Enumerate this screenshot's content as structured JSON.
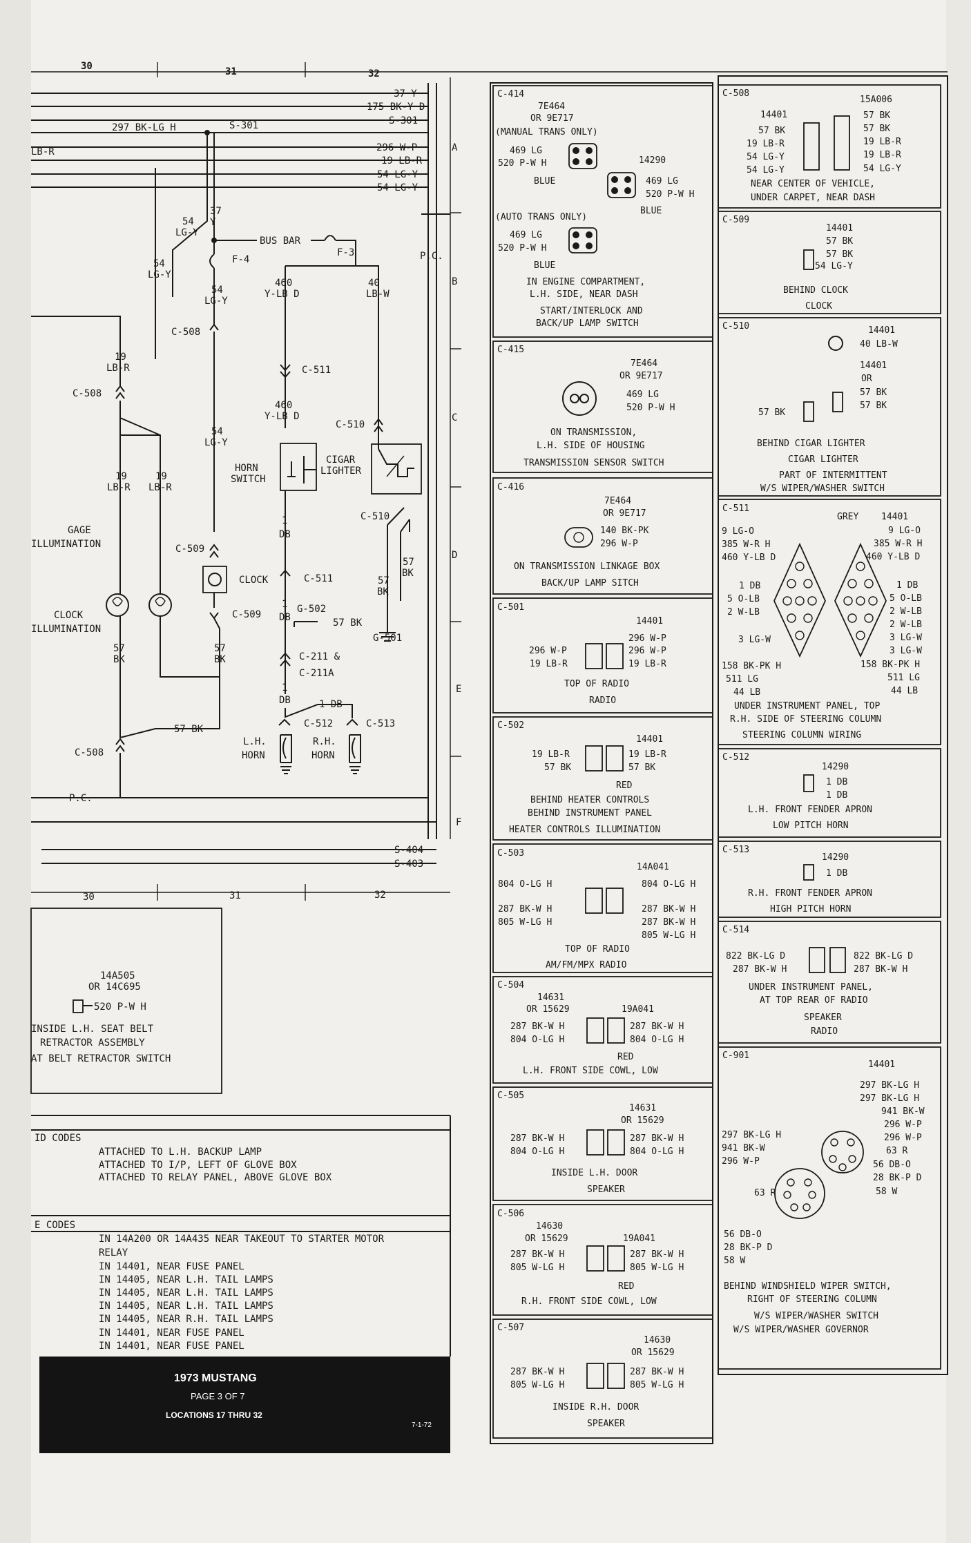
{
  "page": {
    "title": "1973 MUSTANG",
    "page_label": "PAGE 3 OF 7",
    "locations": "LOCATIONS 17 THRU 32",
    "date_code": "7-1-72"
  },
  "grid": {
    "cols_top": [
      "30",
      "31",
      "32"
    ],
    "cols_bottom": [
      "30",
      "31",
      "32"
    ],
    "rows": [
      "A",
      "B",
      "C",
      "D",
      "E",
      "F"
    ]
  },
  "bus": {
    "w1": "37 Y",
    "w2": "175 BK-Y D",
    "w3": "S-301",
    "w4": "296 W-P",
    "w5": "19 LB-R",
    "w6": "54 LG-Y",
    "w7": "54 LG-Y",
    "lbr": "LB-R",
    "bklg": "297 BK-LG H",
    "s301": "S-301",
    "pc": "P.C.",
    "s404": "S-404",
    "s403": "S-403"
  },
  "schematic": {
    "w37a": "37",
    "w37b": "Y",
    "w54a": "54",
    "w54b": "LG-Y",
    "w54c": "54",
    "w54d": "LG-Y",
    "w54e": "54",
    "w54f": "LG-Y",
    "f4": "F-4",
    "f3": "F-3",
    "busbar": "BUS BAR",
    "c508a": "C-508",
    "w460a": "460",
    "w460b": "Y-LB D",
    "w40a": "40",
    "w40b": "LB-W",
    "c511a": "C-511",
    "w460c": "460",
    "w460d": "Y-LB D",
    "c510a": "C-510",
    "w19a": "19",
    "w19b": "LB-R",
    "c508b": "C-508",
    "w54g": "54",
    "w54h": "LG-Y",
    "hornsw1": "HORN",
    "hornsw2": "SWITCH",
    "cigar1": "CIGAR",
    "cigar2": "LIGHTER",
    "w19c": "19",
    "w19d": "LB-R",
    "w19e": "19",
    "w19f": "LB-R",
    "gage1": "GAGE",
    "gage2": "ILLUMINATION",
    "c510b": "C-510",
    "c509a": "C-509",
    "db1": "DB",
    "w1a": "1",
    "clock": "CLOCK",
    "c511b": "C-511",
    "w57a": "57",
    "w57b": "BK",
    "w57c": "57",
    "w57d": "BK",
    "clk1": "CLOCK",
    "clk2": "ILLUMINATION",
    "c509b": "C-509",
    "w1b": "1",
    "db2": "DB",
    "g502": "G-502",
    "bk57": "57 BK",
    "g501": "G-501",
    "w57e": "57",
    "w57f": "BK",
    "w57g": "57",
    "w57h": "BK",
    "c211": "C-211 &",
    "c211a": "C-211A",
    "w1c": "1",
    "db3": "DB",
    "db4": "1 DB",
    "c512": "C-512",
    "c513": "C-513",
    "bk57b": "57 BK",
    "lh1": "L.H.",
    "lh2": "HORN",
    "rh1": "R.H.",
    "rh2": "HORN",
    "c508c": "C-508",
    "pc2": "P.C."
  },
  "seatbelt": {
    "p1": "14A505",
    "p2": "OR 14C695",
    "w": "520 P-W H",
    "d1": "INSIDE L.H. SEAT BELT",
    "d2": "RETRACTOR ASSEMBLY",
    "d3": "AT BELT RETRACTOR SWITCH"
  },
  "codes": {
    "h1": "ID CODES",
    "r1": "ATTACHED TO L.H. BACKUP LAMP",
    "r2": "ATTACHED TO I/P, LEFT OF GLOVE BOX",
    "r3": "ATTACHED TO RELAY PANEL, ABOVE GLOVE BOX",
    "h2": "E  CODES",
    "s1": "IN 14A200 OR 14A435 NEAR TAKEOUT TO STARTER MOTOR",
    "s1b": "RELAY",
    "s2": "IN 14401, NEAR FUSE PANEL",
    "s3": "IN 14405, NEAR L.H. TAIL LAMPS",
    "s4": "IN 14405, NEAR L.H. TAIL LAMPS",
    "s5": "IN 14405, NEAR L.H. TAIL LAMPS",
    "s6": "IN 14405, NEAR R.H. TAIL LAMPS",
    "s7": "IN 14401, NEAR FUSE PANEL",
    "s8": "IN 14401, NEAR FUSE PANEL"
  },
  "c414": {
    "id": "C-414",
    "p1": "7E464",
    "p2": "OR 9E717",
    "p3": "(MANUAL TRANS ONLY)",
    "a1": "469 LG",
    "a2": "520 P-W H",
    "a3": "BLUE",
    "b0": "14290",
    "b1": "469 LG",
    "b2": "520 P-W H",
    "b3": "BLUE",
    "auto": "(AUTO TRANS ONLY)",
    "c1": "469 LG",
    "c2": "520 P-W H",
    "c3": "BLUE",
    "d1": "IN ENGINE COMPARTMENT,",
    "d2": "L.H. SIDE, NEAR DASH",
    "d3": "START/INTERLOCK AND",
    "d4": "BACK/UP LAMP SWITCH"
  },
  "c415": {
    "id": "C-415",
    "p1": "7E464",
    "p2": "OR 9E717",
    "a1": "469 LG",
    "a2": "520 P-W H",
    "d1": "ON TRANSMISSION,",
    "d2": "L.H. SIDE OF HOUSING",
    "d3": "TRANSMISSION SENSOR SWITCH"
  },
  "c416": {
    "id": "C-416",
    "p1": "7E464",
    "p2": "OR 9E717",
    "a1": "140 BK-PK",
    "a2": "296 W-P",
    "d1": "ON TRANSMISSION LINKAGE BOX",
    "d2": "BACK/UP LAMP SITCH"
  },
  "c501": {
    "id": "C-501",
    "p1": "14401",
    "l1": "296 W-P",
    "l2": "19 LB-R",
    "r0": "296 W-P",
    "r1": "296 W-P",
    "r2": "19 LB-R",
    "d1": "TOP OF RADIO",
    "d2": "RADIO"
  },
  "c502": {
    "id": "C-502",
    "p1": "14401",
    "l1": "19 LB-R",
    "l2": "57 BK",
    "r1": "19 LB-R",
    "r2": "57 BK",
    "r3": "RED",
    "d1": "BEHIND HEATER CONTROLS",
    "d2": "BEHIND INSTRUMENT PANEL",
    "d3": "HEATER CONTROLS ILLUMINATION"
  },
  "c503": {
    "id": "C-503",
    "p1": "14A041",
    "l0": "804 O-LG H",
    "r0": "804 O-LG H",
    "l1": "287 BK-W H",
    "l2": "805 W-LG H",
    "r1": "287 BK-W H",
    "r2": "287 BK-W H",
    "r3": "805 W-LG H",
    "d1": "TOP OF RADIO",
    "d2": "AM/FM/MPX RADIO"
  },
  "c504": {
    "id": "C-504",
    "p1": "14631",
    "p2": "OR 15629",
    "p3": "19A041",
    "l1": "287 BK-W H",
    "l2": "804 O-LG H",
    "r1": "287 BK-W H",
    "r2": "804 O-LG H",
    "r3": "RED",
    "d1": "L.H. FRONT SIDE COWL, LOW"
  },
  "c505": {
    "id": "C-505",
    "p1": "14631",
    "p2": "OR 15629",
    "l1": "287 BK-W H",
    "l2": "804 O-LG H",
    "r1": "287 BK-W H",
    "r2": "804 O-LG H",
    "d1": "INSIDE L.H. DOOR",
    "d2": "SPEAKER"
  },
  "c506": {
    "id": "C-506",
    "p1": "14630",
    "p2": "OR 15629",
    "p3": "19A041",
    "l1": "287 BK-W H",
    "l2": "805 W-LG H",
    "r1": "287 BK-W H",
    "r2": "805 W-LG H",
    "r3": "RED",
    "d1": "R.H. FRONT SIDE COWL, LOW"
  },
  "c507": {
    "id": "C-507",
    "p1": "14630",
    "p2": "OR 15629",
    "l1": "287 BK-W H",
    "l2": "805 W-LG H",
    "r1": "287 BK-W H",
    "r2": "805 W-LG H",
    "d1": "INSIDE R.H. DOOR",
    "d2": "SPEAKER"
  },
  "c508": {
    "id": "C-508",
    "p1": "14401",
    "p2": "15A006",
    "l1": "57 BK",
    "l2": "19 LB-R",
    "l3": "54 LG-Y",
    "l4": "54 LG-Y",
    "r1": "57 BK",
    "r2": "57 BK",
    "r3": "19 LB-R",
    "r4": "19 LB-R",
    "r5": "54 LG-Y",
    "d1": "NEAR CENTER OF VEHICLE,",
    "d2": "UNDER CARPET, NEAR DASH"
  },
  "c509": {
    "id": "C-509",
    "p1": "14401",
    "r1": "57 BK",
    "r2": "57 BK",
    "r3": "54 LG-Y",
    "d1": "BEHIND CLOCK",
    "d2": "CLOCK"
  },
  "c510": {
    "id": "C-510",
    "p1": "14401",
    "r1": "40 LB-W",
    "p2": "14401",
    "p3": "OR",
    "l1": "57 BK",
    "r2": "57 BK",
    "r3": "57 BK",
    "d1": "BEHIND CIGAR LIGHTER",
    "d2": "CIGAR LIGHTER",
    "d3": "PART OF INTERMITTENT",
    "d4": "W/S WIPER/WASHER SWITCH"
  },
  "c511": {
    "id": "C-511",
    "grey": "GREY",
    "p1": "14401",
    "l1": "9 LG-O",
    "l2": "385 W-R H",
    "l3": "460 Y-LB D",
    "l4": "1 DB",
    "l5": "5 O-LB",
    "l6": "2 W-LB",
    "l7": "3 LG-W",
    "l8": "158 BK-PK H",
    "l9": "511 LG",
    "l10": "44 LB",
    "r1": "9 LG-O",
    "r2": "385 W-R H",
    "r3": "460 Y-LB D",
    "r4": "1 DB",
    "r5": "5 O-LB",
    "r6": "2 W-LB",
    "r7": "2 W-LB",
    "r8": "3 LG-W",
    "r9": "3 LG-W",
    "r10": "158 BK-PK H",
    "r11": "511 LG",
    "r12": "44 LB",
    "d1": "UNDER INSTRUMENT PANEL, TOP",
    "d2": "R.H. SIDE OF STEERING COLUMN",
    "d3": "STEERING COLUMN WIRING"
  },
  "c512": {
    "id": "C-512",
    "p1": "14290",
    "r1": "1 DB",
    "r2": "1 DB",
    "d1": "L.H. FRONT FENDER APRON",
    "d2": "LOW PITCH HORN"
  },
  "c513": {
    "id": "C-513",
    "p1": "14290",
    "r1": "1 DB",
    "d1": "R.H. FRONT FENDER APRON",
    "d2": "HIGH PITCH HORN"
  },
  "c514": {
    "id": "C-514",
    "l1": "822 BK-LG D",
    "l2": "287 BK-W H",
    "r1": "822 BK-LG D",
    "r2": "287 BK-W H",
    "d1": "UNDER INSTRUMENT PANEL,",
    "d2": "AT TOP REAR OF RADIO",
    "d3": "SPEAKER",
    "d4": "RADIO"
  },
  "c901": {
    "id": "C-901",
    "p1": "14401",
    "r1": "297 BK-LG H",
    "r2": "297 BK-LG H",
    "r3": "941 BK-W",
    "r4": "296 W-P",
    "r5": "296 W-P",
    "r6": "63 R",
    "r7": "56 DB-O",
    "r8": "28 BK-P D",
    "r9": "58 W",
    "l1": "297 BK-LG H",
    "l2": "941 BK-W",
    "l3": "296 W-P",
    "l4": "63 R",
    "l5": "56 DB-O",
    "l6": "28 BK-P D",
    "l7": "58 W",
    "d1": "BEHIND WINDSHIELD WIPER SWITCH,",
    "d2": "RIGHT OF STEERING COLUMN",
    "d3": "W/S WIPER/WASHER SWITCH",
    "d4": "W/S WIPER/WASHER GOVERNOR"
  }
}
